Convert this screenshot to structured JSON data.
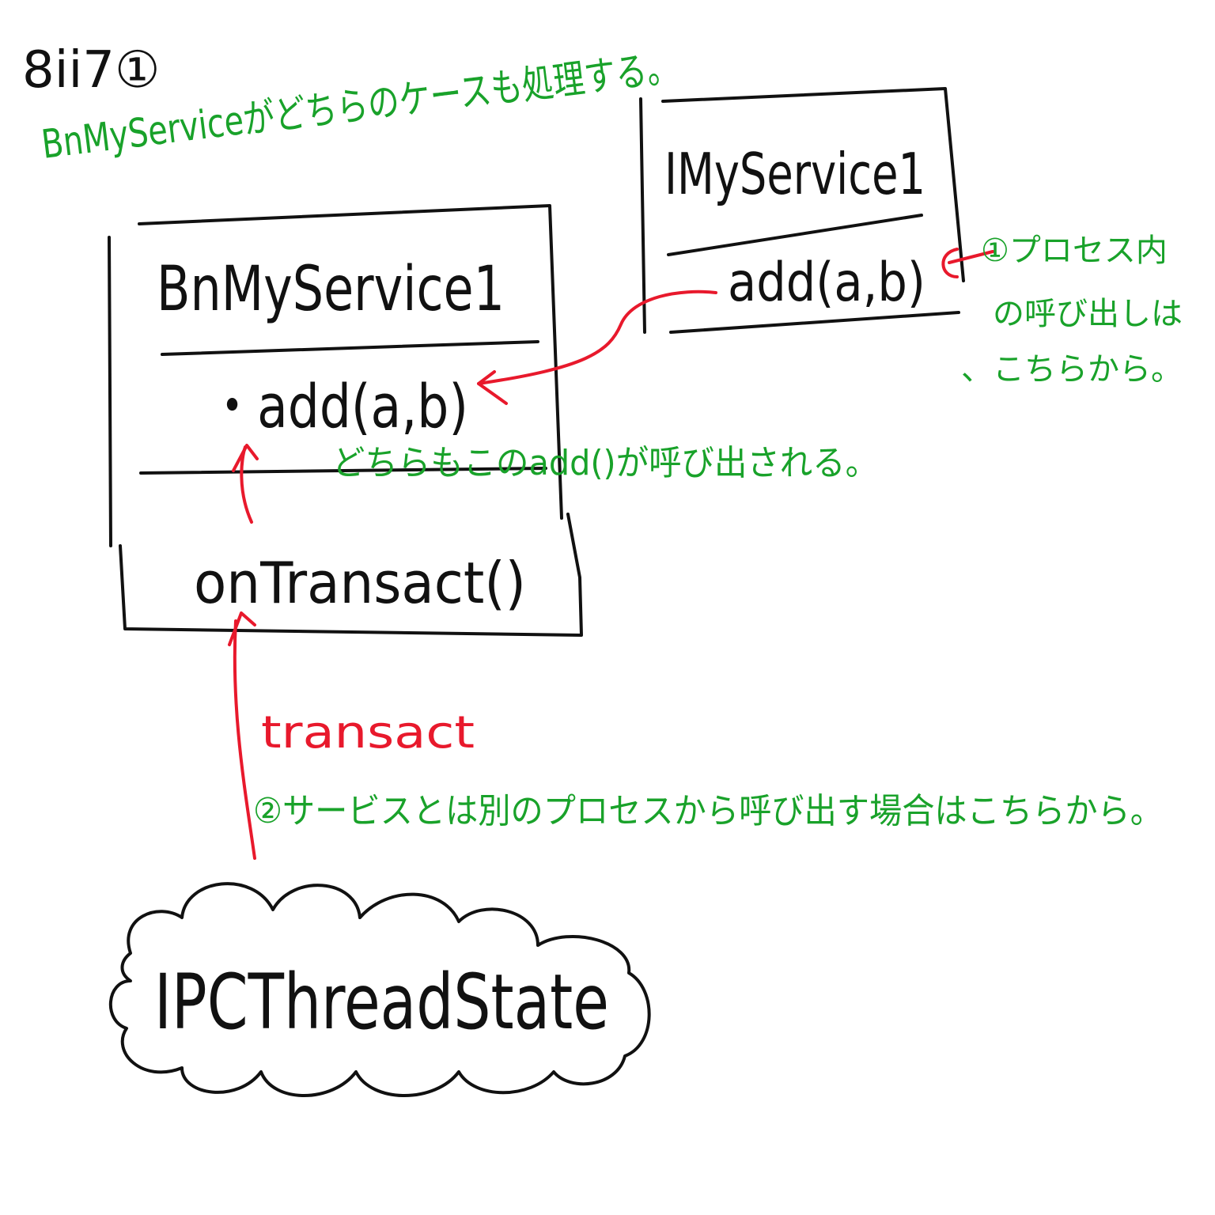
{
  "heading": "8ii7①",
  "top_note": "BnMyServiceがどちらのケースも処理する。",
  "interface_box": {
    "title": "IMyService1",
    "method": "add(a,b)"
  },
  "stub_box": {
    "title": "BnMyService1",
    "method": "・add(a,b)",
    "dispatcher": "onTransact()"
  },
  "cloud": {
    "label": "IPCThreadState"
  },
  "notes": {
    "in_process": "①プロセス内の呼び出しは、こちらから。",
    "both_call_add": "どちらもこのadd()が呼び出される。",
    "cross_process": "②サービスとは別のプロセスから呼び出す場合はこちらから。"
  },
  "arrow_label": "transact",
  "colors": {
    "ink": "#111111",
    "green": "#19a22a",
    "red": "#e8192c"
  }
}
